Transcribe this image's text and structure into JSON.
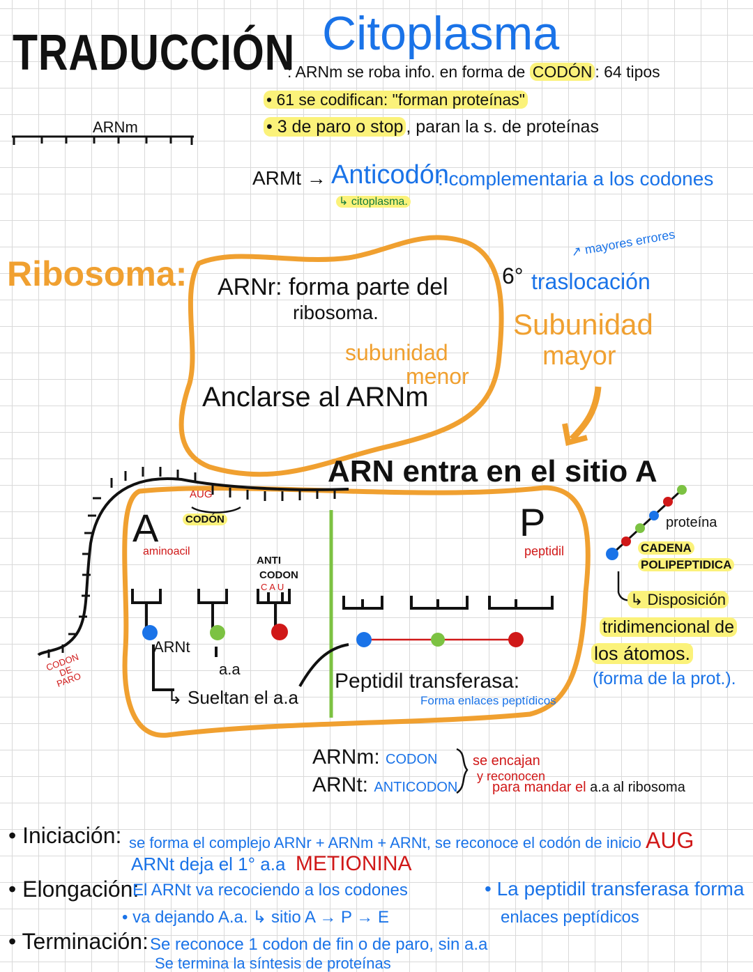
{
  "title": "TRADUCCIÓN",
  "location": "Citoplasma",
  "arnm_label": "ARNm",
  "intro": {
    "line1_pre": ": ARNm se roba info. en forma de",
    "codon": "CODÓN",
    "line1_post": ": 64 tipos",
    "line2": "• 61 se codifican: \"forman proteínas\"",
    "line3_hl": "• 3 de paro o stop",
    "line3_post": ", paran la s. de proteínas"
  },
  "trna": {
    "label": "ARMt →",
    "anticodon": "Anticodón",
    "desc": ": complementaria a los codones",
    "sub": "↳ citoplasma."
  },
  "ribosoma": {
    "title": "Ribosoma:",
    "arnr_1": "ARNr: forma parte del",
    "arnr_2": "ribosoma.",
    "sub_menor_1": "subunidad",
    "sub_menor_2": "menor",
    "anclarse": "Anclarse al ARNm",
    "step": "6°",
    "traslocacion": "traslocación",
    "mayores_errores": "↗ mayores errores",
    "sub_mayor_1": "Subunidad",
    "sub_mayor_2": "mayor"
  },
  "diagram": {
    "entra": "ARN entra en el sitio A",
    "aug": "AUG",
    "codon": "CODÓN",
    "site_a": "A",
    "aminoacil": "aminoacil",
    "site_p": "P",
    "peptidil": "peptidil",
    "anti_1": "ANTI",
    "anti_2": "CODON",
    "cau": "C A U",
    "arnt": "ARNt",
    "aa": "a.a",
    "sueltan": "↳ Sueltan el a.a",
    "transferasa": "Peptidil transferasa:",
    "enlaces": "Forma enlaces peptídicos",
    "codon_paro": [
      "CODON",
      "DE",
      "PARO"
    ],
    "proteina": "proteína",
    "cadena_1": "CADENA",
    "cadena_2": "POLIPEPTIDICA",
    "disposicion": "↳ Disposición",
    "tridimensional": "tridimencional de",
    "atomos": "los átomos.",
    "forma_prot": "(forma de la prot.)."
  },
  "match": {
    "arnm": "ARNm:",
    "codon": "CODON",
    "arnt": "ARNt:",
    "anticodon": "ANTICODON",
    "encajan": "se encajan",
    "reconocen": "y reconocen",
    "mandar": "para mandar el",
    "rest": "a.a al ribosoma"
  },
  "stages": {
    "iniciacion": {
      "label": "• Iniciación:",
      "text": "se forma el complejo ARNr + ARNm + ARNt, se reconoce el codón de inicio",
      "aug": "AUG",
      "line2": "ARNt deja el 1° a.a",
      "metionina": "METIONINA"
    },
    "elongacion": {
      "label": "• Elongación:",
      "text": "El ARNt va recociendo a los codones",
      "line2": "• va dejando A.a.   ↳ sitio A → P → E",
      "side_1": "• La peptidil transferasa forma",
      "side_2": "enlaces peptídicos"
    },
    "terminacion": {
      "label": "• Terminación:",
      "text": "Se reconoce 1 codon de fin o de paro, sin a.a",
      "line2": "Se termina la síntesis de proteínas"
    }
  },
  "colors": {
    "blue": "#1a73e8",
    "red": "#d01818",
    "orange": "#f0a030",
    "green": "#7cc242",
    "highlight": "#fbf27a"
  }
}
